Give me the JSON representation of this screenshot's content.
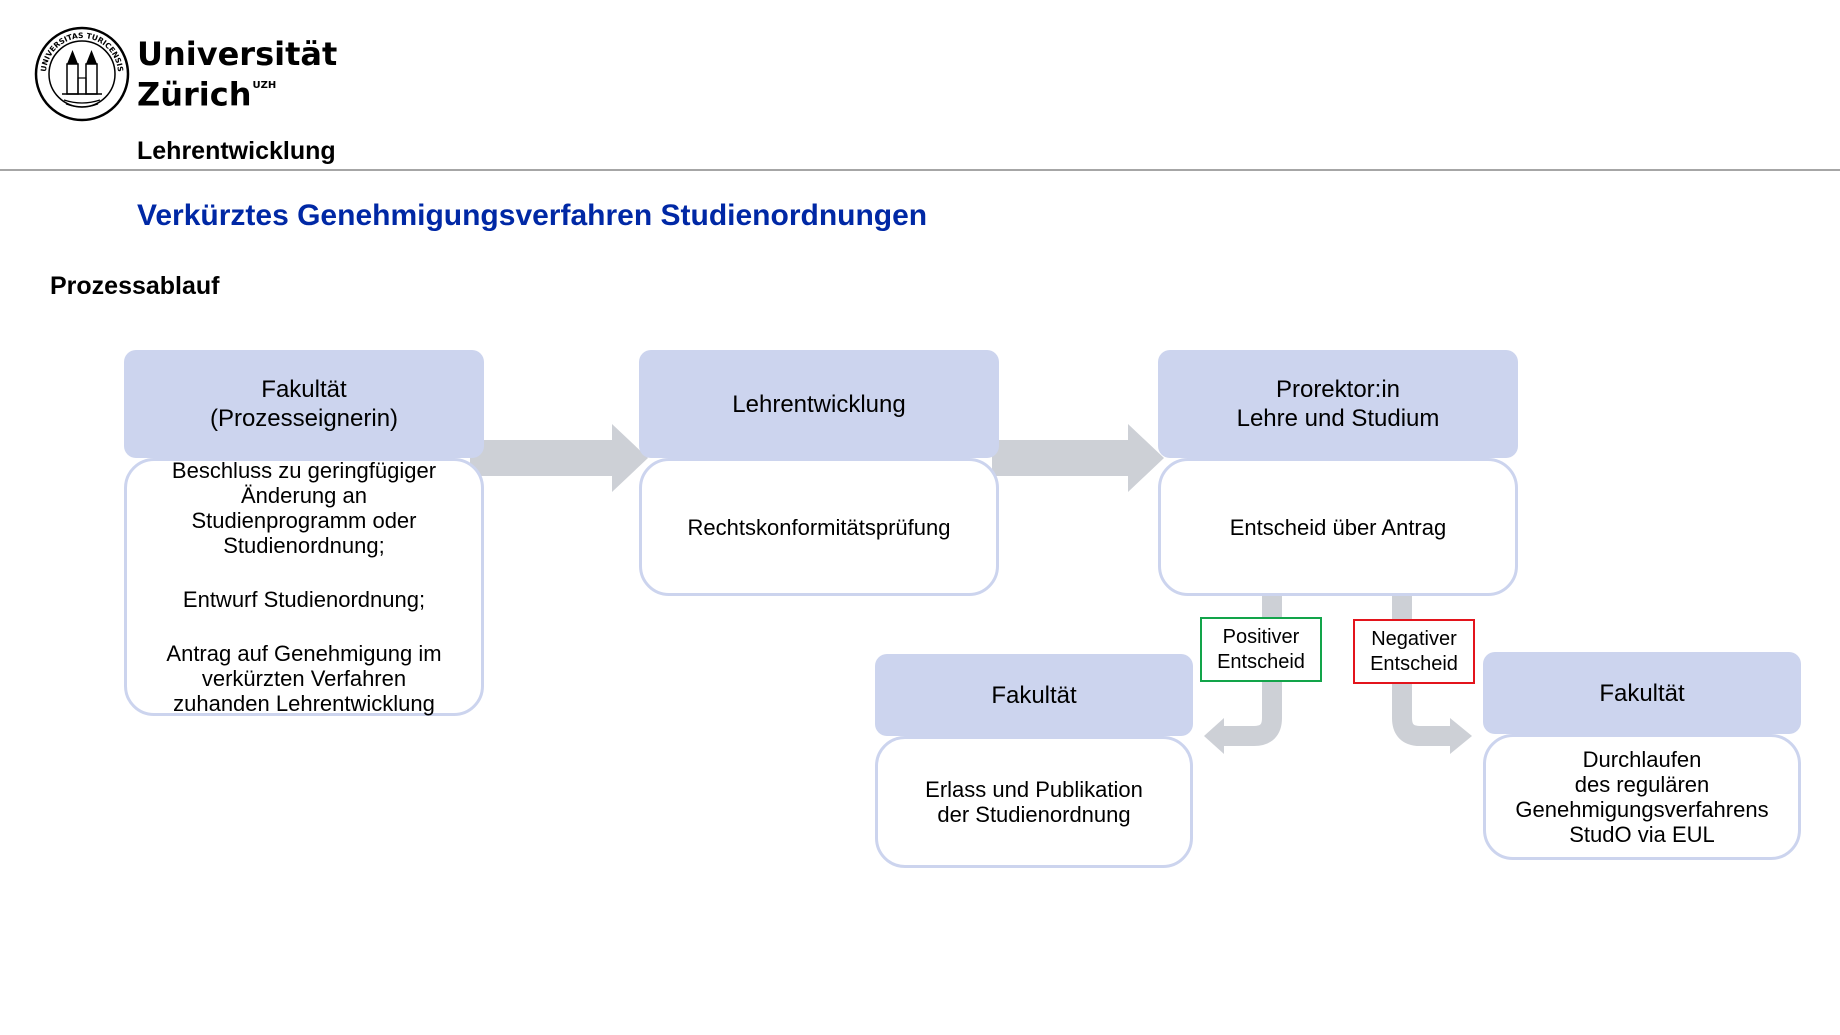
{
  "header": {
    "logo_line1": "Universität",
    "logo_line2": "Zürich",
    "logo_sup": "UZH",
    "seal_text": "UNIVERSITAS TURICENSIS",
    "unit": "Lehrentwicklung"
  },
  "title": "Verkürztes Genehmigungsverfahren Studienordnungen",
  "section": "Prozessablauf",
  "process": [
    {
      "head": "Fakultät\n(Prozesseignerin)",
      "body": [
        "Beschluss zu geringfügiger\nÄnderung an\nStudienprogramm oder\nStudienordnung;",
        "Entwurf Studienordnung;",
        "Antrag auf Genehmigung im\nverkürzten Verfahren\nzuhanden Lehrentwicklung"
      ]
    },
    {
      "head": "Lehrentwicklung",
      "body": [
        "Rechtskonformitätsprüfung"
      ]
    },
    {
      "head": "Prorektor:in\nLehre und Studium",
      "body": [
        "Entscheid über Antrag"
      ]
    }
  ],
  "decisions": {
    "positive": "Positiver\nEntscheid",
    "negative": "Negativer\nEntscheid"
  },
  "outcomes": [
    {
      "head": "Fakultät",
      "body": "Erlass und Publikation\nder Studienordnung"
    },
    {
      "head": "Fakultät",
      "body": "Durchlaufen\ndes regulären\nGenehmigungsverfahrens\nStudO via EUL"
    }
  ],
  "colors": {
    "title_blue": "#0028a5",
    "box_fill": "#ccd4ee",
    "arrow_gray": "#cdd0d6",
    "positive_green": "#12a44a",
    "negative_red": "#e3141c"
  }
}
